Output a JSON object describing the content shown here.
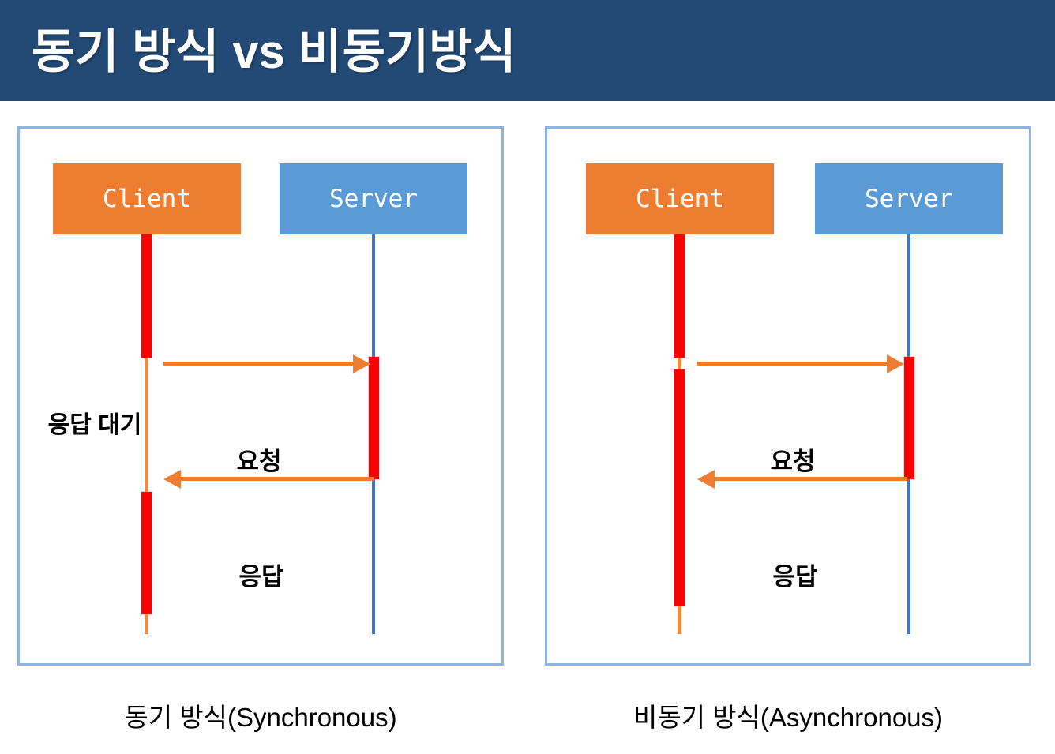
{
  "title": "동기 방식 vs 비동기방식",
  "colors": {
    "header_bg": "#234A75",
    "panel_border": "#8DB4E2",
    "client_box": "#ED7D31",
    "server_box": "#5B9BD5",
    "active_bar": "#FF0000",
    "client_lifeline": "#ED8B40",
    "server_lifeline": "#4472C4",
    "arrow": "#ED7D31",
    "box_text": "#FFFFFF",
    "label_text": "#000000"
  },
  "panels": [
    {
      "name": "synchronous",
      "client_label": "Client",
      "server_label": "Server",
      "request_label": "요청",
      "response_label": "응답",
      "wait_label": "응답 대기",
      "caption": "동기 방식(Synchronous)"
    },
    {
      "name": "asynchronous",
      "client_label": "Client",
      "server_label": "Server",
      "request_label": "요청",
      "response_label": "응답",
      "caption": "비동기 방식(Asynchronous)"
    }
  ]
}
